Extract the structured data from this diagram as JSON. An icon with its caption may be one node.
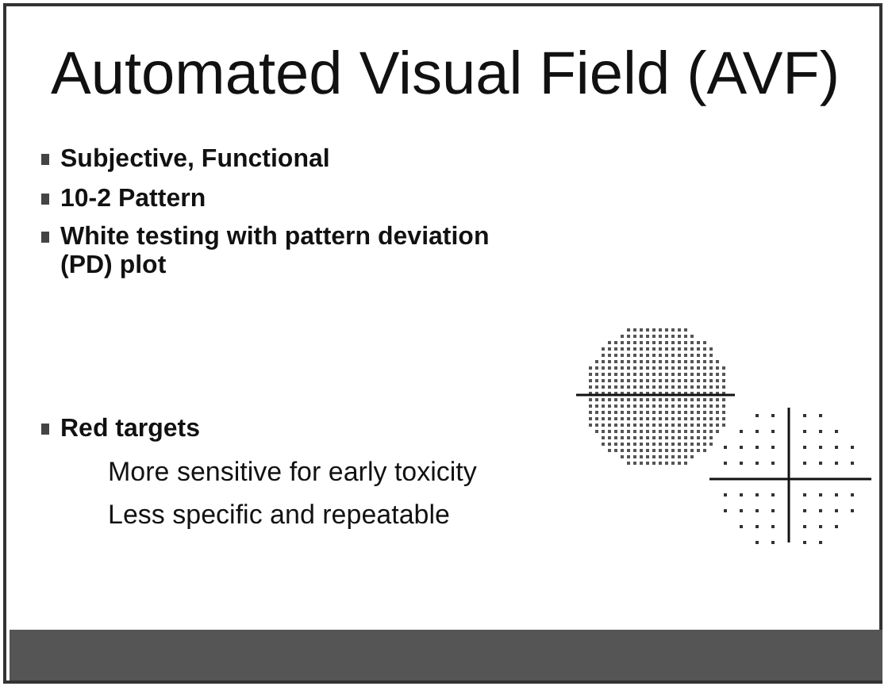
{
  "diagram": {
    "title": "Automated Visual Field (AVF)",
    "labels": [
      "Subjective, Functional",
      "10-2 Pattern",
      "White testing with pattern deviation (PD) plot",
      "Red targets",
      "More sensitive for early toxicity",
      "Less specific and repeatable"
    ]
  }
}
